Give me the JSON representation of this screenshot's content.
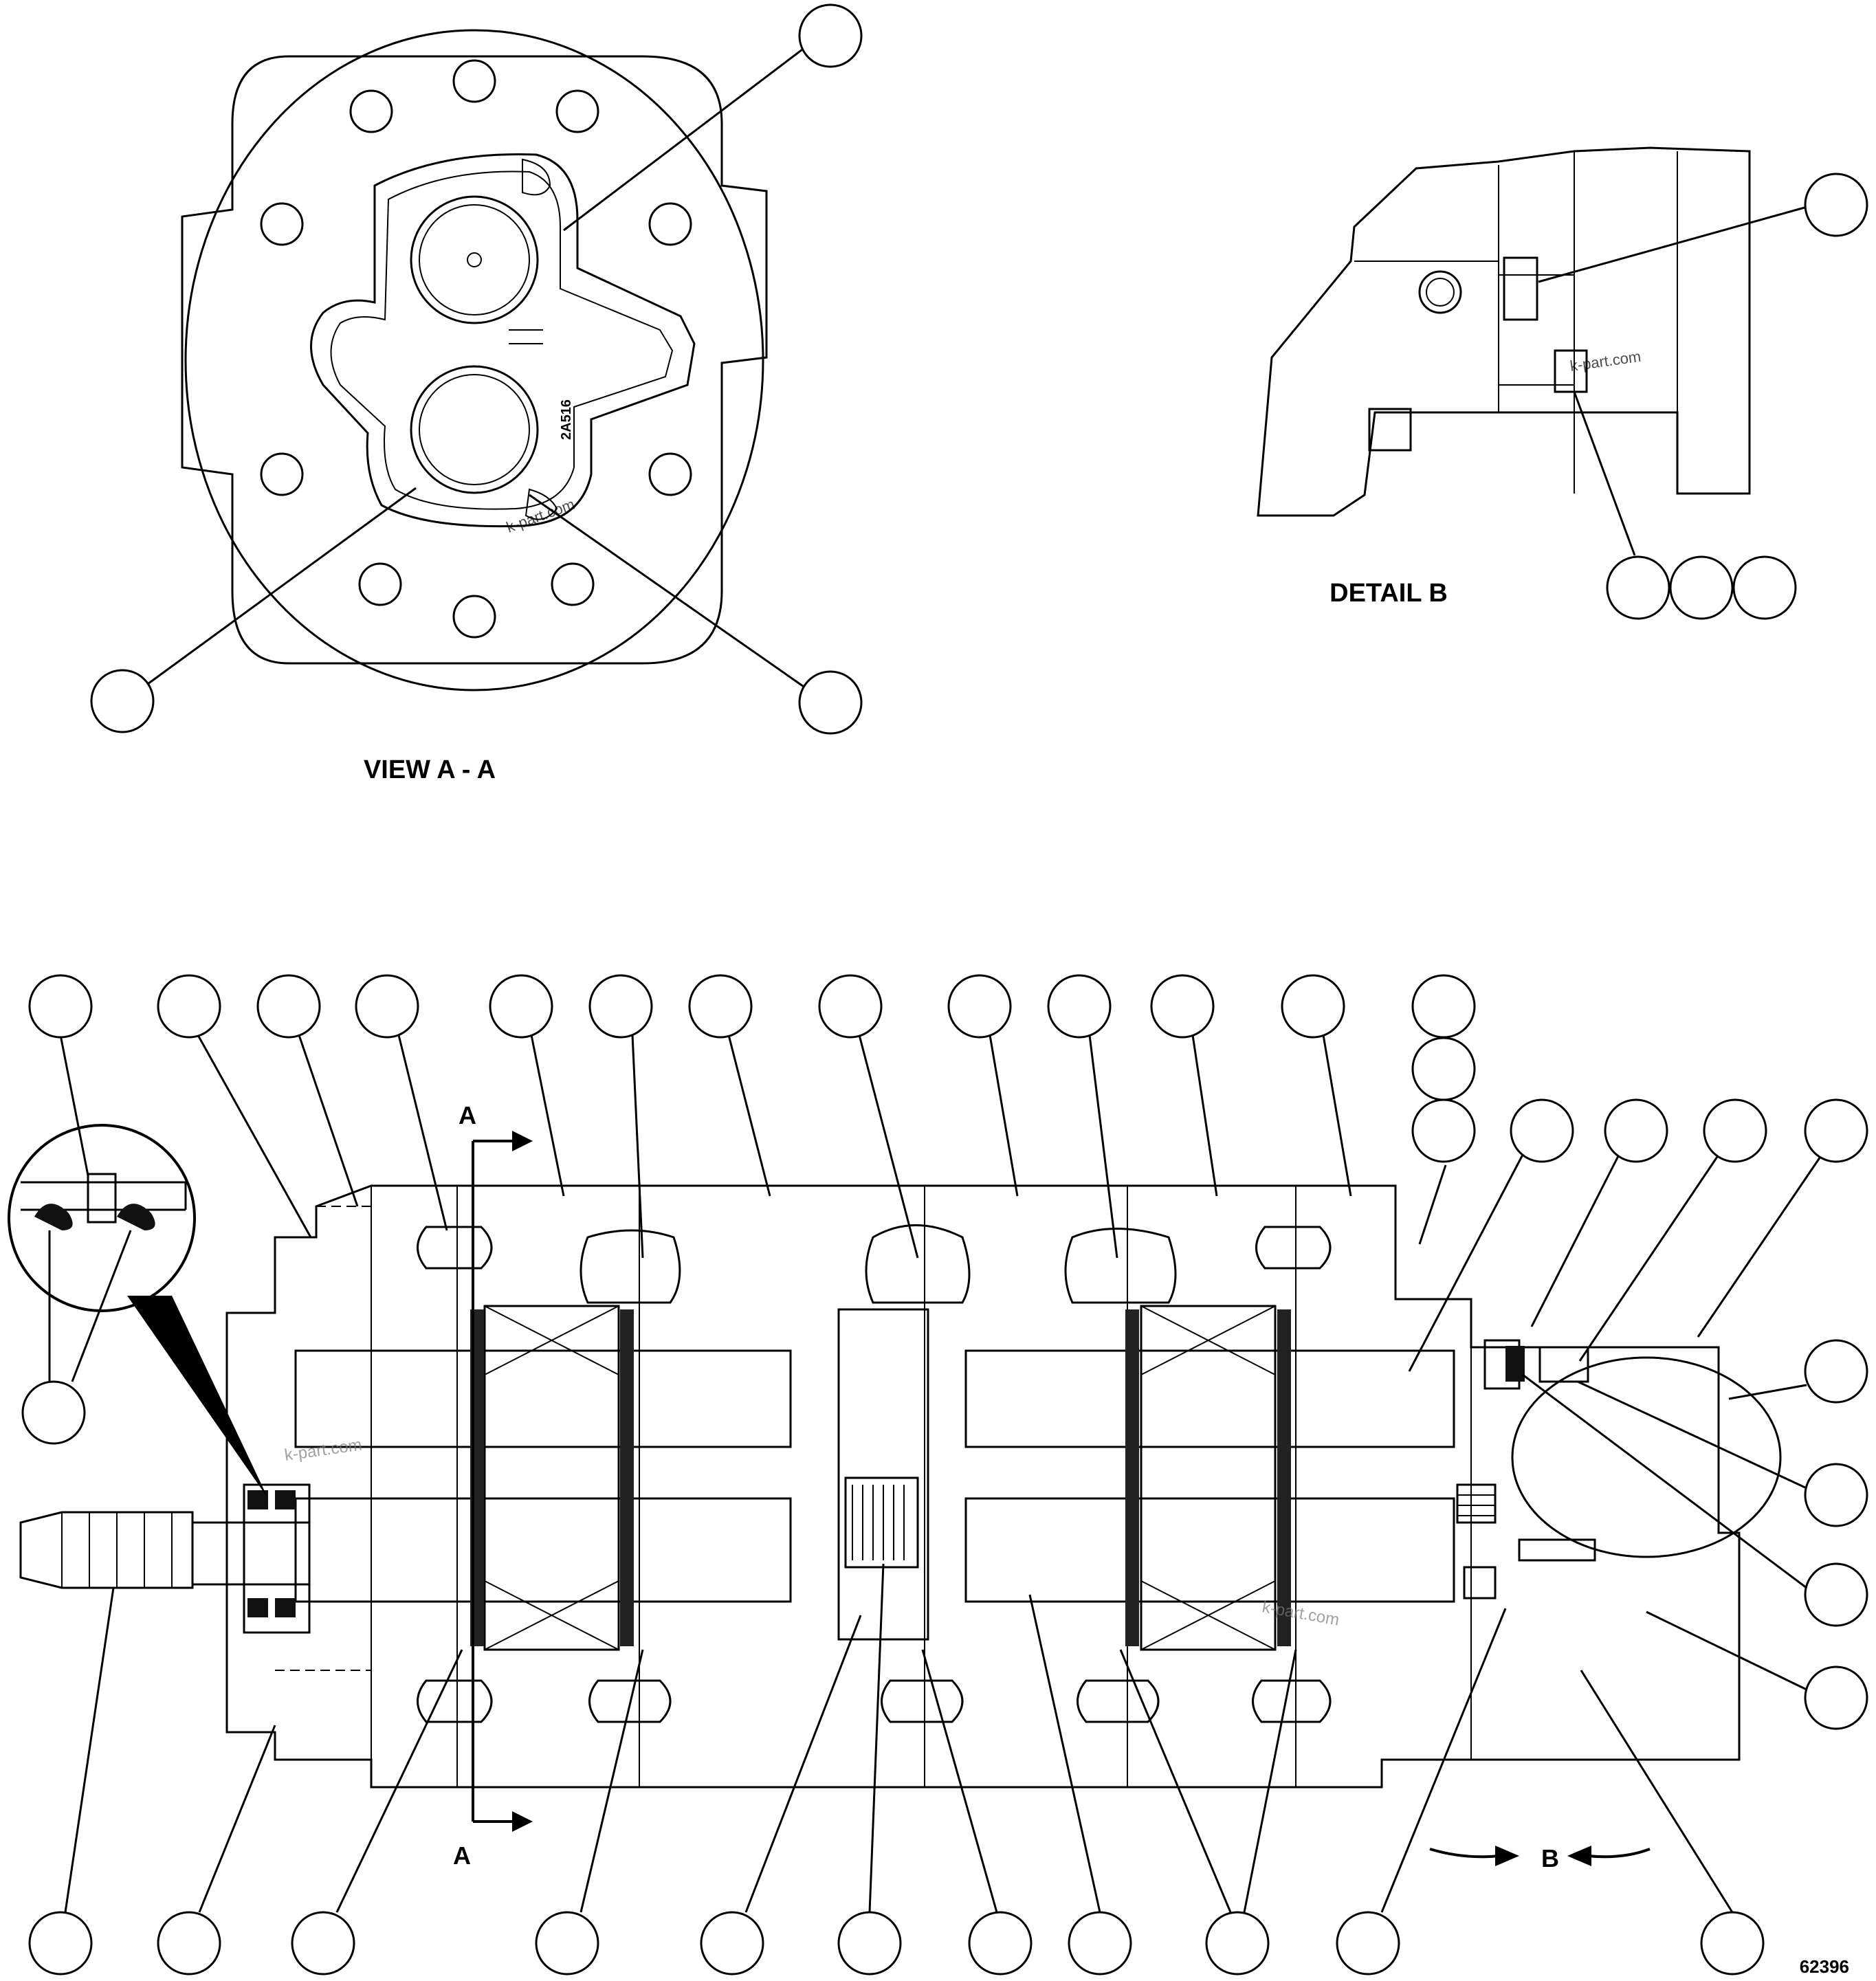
{
  "labels": {
    "view_aa": "VIEW A - A",
    "detail_b": "DETAIL B",
    "section_a_top": "A",
    "section_a_bottom": "A",
    "detail_ref_b": "B",
    "drawing_number": "62396",
    "part_stamp": "2A516",
    "watermark": "k-part.com"
  }
}
